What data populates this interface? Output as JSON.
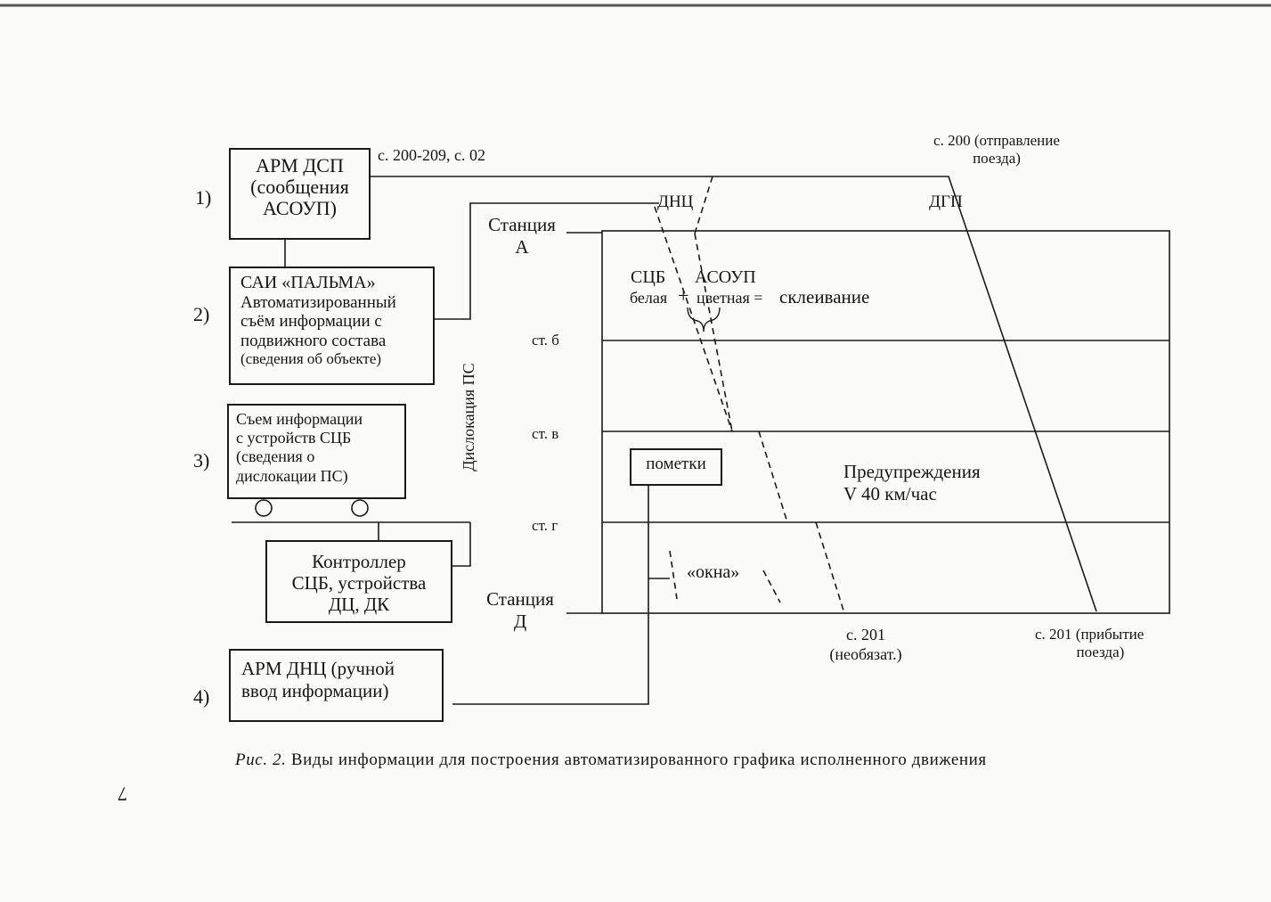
{
  "boxes": {
    "arm_dsp": [
      "АРМ ДСП",
      "(сообщения",
      "АСОУП)"
    ],
    "sai_palma": [
      "САИ «ПАЛЬМА»",
      "Автоматизированный",
      "съём информации с",
      "подвижного состава",
      "(сведения об объекте)"
    ],
    "sem_scb": [
      "Съем информации",
      "с устройств СЦБ",
      "(сведения о",
      "дислокации ПС)"
    ],
    "controller": [
      "Контроллер",
      "СЦБ, устройства",
      "ДЦ, ДК"
    ],
    "arm_dnc": [
      "АРМ ДНЦ (ручной",
      "ввод информации)"
    ],
    "pometki": "пометки"
  },
  "numbers": [
    "1)",
    "2)",
    "3)",
    "4)"
  ],
  "labels": {
    "msg_top": "с. 200-209, с. 02",
    "dnc": "ДНЦ",
    "dgp": "ДГП",
    "c200": [
      "с. 200 (отправление",
      "поезда)"
    ],
    "station_a": [
      "Станция",
      "А"
    ],
    "station_d": [
      "Станция",
      "Д"
    ],
    "st_b": "ст. б",
    "st_v": "ст. в",
    "st_g": "ст. г",
    "scb": "СЦБ",
    "asoup": "АСОУП",
    "belaya": "белая",
    "plus": "+",
    "cvetnaya": "цветная =",
    "skleivanie": "склеивание",
    "predupr": [
      "Предупреждения",
      "V 40 км/час"
    ],
    "okna": "«окна»",
    "c201_a": [
      "с. 201",
      "(необязат.)"
    ],
    "c201_b": [
      "с. 201 (прибытие",
      "поезда)"
    ],
    "dislokaciya": "Дислокация ПС",
    "page_num": "7"
  },
  "caption": {
    "prefix": "Рис. 2.",
    "text": " Виды информации для построения автоматизированного графика исполненного движения"
  }
}
